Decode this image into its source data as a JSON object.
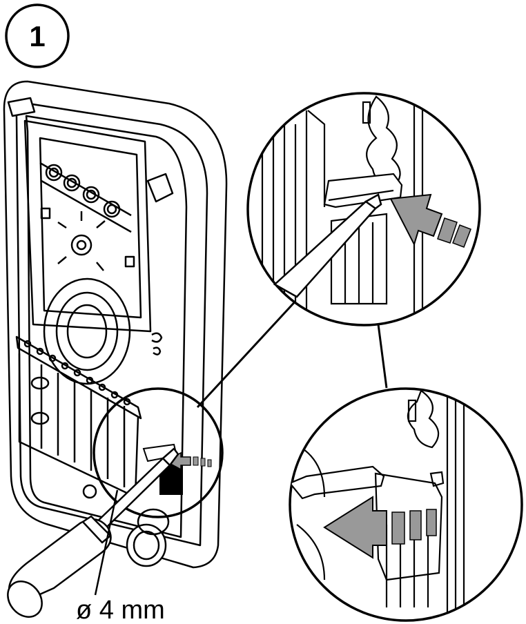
{
  "step": {
    "number": "1"
  },
  "tool": {
    "diameter_label": "ø 4 mm"
  },
  "colors": {
    "line": "#000000",
    "arrow_fill": "#999999",
    "background": "#ffffff"
  },
  "icons": {
    "push_arrow": "push-direction-arrow",
    "slide_arrow": "slide-direction-arrow"
  }
}
